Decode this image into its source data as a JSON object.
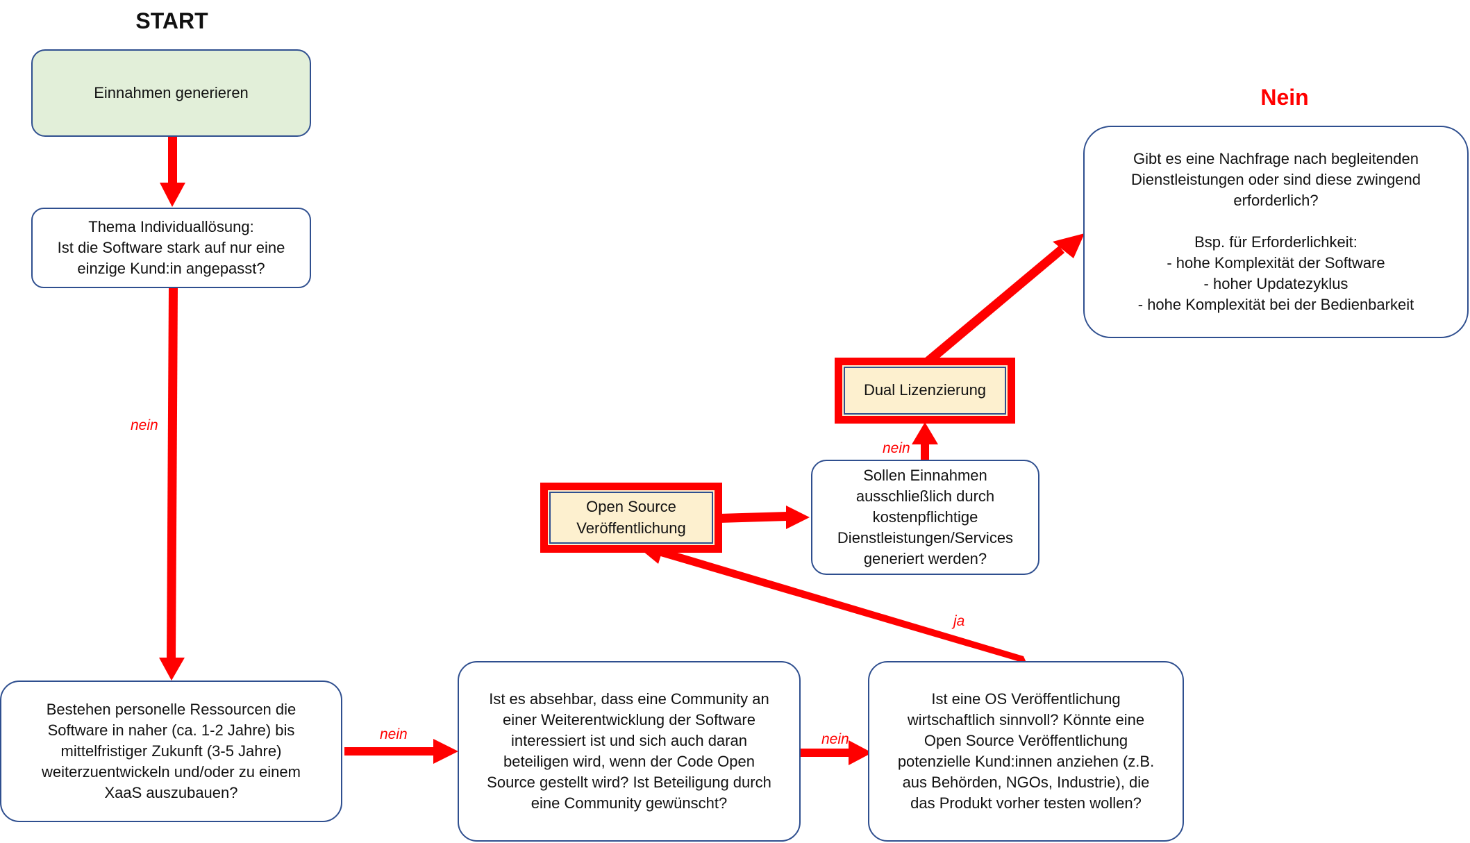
{
  "start_heading": "START",
  "nein_heading": "Nein",
  "nodes": {
    "einnahmen": "Einnahmen generieren",
    "individual": "Thema Individuallösung:\nIst die Software stark auf nur eine\neinzige Kund:in angepasst?",
    "ressourcen": "Bestehen personelle Ressourcen die\nSoftware in naher (ca. 1-2 Jahre) bis\nmittelfristiger Zukunft (3-5 Jahre)\nweiterzuentwickeln und/oder zu einem\nXaaS auszubauen?",
    "community": "Ist es absehbar, dass eine Community an\neiner Weiterentwicklung der Software\ninteressiert ist und sich auch daran\nbeteiligen wird, wenn der Code Open\nSource gestellt wird? Ist Beteiligung durch\neine Community gewünscht?",
    "os_sinnvoll": "Ist eine OS Veröffentlichung\nwirtschaftlich sinnvoll? Könnte eine\nOpen Source Veröffentlichung\npotenzielle Kund:innen anziehen (z.B.\naus Behörden, NGOs, Industrie), die\ndas Produkt vorher testen wollen?",
    "open_source": "Open Source\nVeröffentlichung",
    "einnahmen_services": "Sollen Einnahmen\nausschließlich durch\nkostenpflichtige\nDienstleistungen/Services\ngeneriert werden?",
    "dual": "Dual Lizenzierung",
    "nachfrage": "Gibt es eine Nachfrage nach begleitenden\nDienstleistungen oder sind diese zwingend\nerforderlich?\n\nBsp. für Erforderlichkeit:\n-    hohe Komplexität der Software\n-    hoher Updatezyklus\n- hohe Komplexität bei der Bedienbarkeit"
  },
  "edge_labels": {
    "individual_ressourcen": "nein",
    "ressourcen_community": "nein",
    "community_os": "nein",
    "os_opensource": "ja",
    "services_dual": "nein"
  },
  "colors": {
    "arrow": "#ff0000",
    "border": "#2f4f8f",
    "start_fill": "#e2efd9",
    "highlight_fill": "#fdf0cf"
  }
}
